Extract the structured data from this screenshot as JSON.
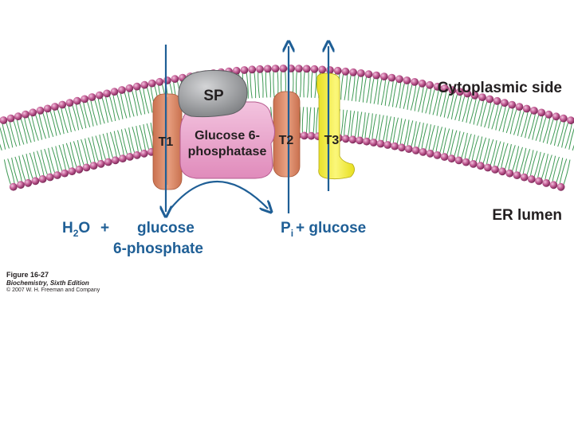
{
  "labels": {
    "sp": "SP",
    "enzyme_line1": "Glucose 6-",
    "enzyme_line2": "phosphatase",
    "t1": "T1",
    "t2": "T2",
    "t3": "T3",
    "cytoplasmic_side": "Cytoplasmic side",
    "er_lumen": "ER lumen"
  },
  "reaction": {
    "reactant_water_base": "H",
    "reactant_water_sub": "2",
    "reactant_water_end": "O",
    "plus_left": "+",
    "substrate_line1": "glucose",
    "substrate_line2": "6-phosphate",
    "product_pi_base": "P",
    "product_pi_sub": "i",
    "product_rest": "+ glucose"
  },
  "caption": {
    "figure": "Figure 16-27",
    "book": "Biochemistry, Sixth Edition",
    "copyright": "© 2007 W. H. Freeman and Company"
  },
  "colors": {
    "membrane_head": "#b3457f",
    "membrane_tail": "#3f9a55",
    "transporter_t1": "#d98a6a",
    "enzyme": "#e9a6cc",
    "sp": "#9ea0a3",
    "transporter_t3": "#f3ee3a",
    "arrow": "#1f5f96"
  }
}
